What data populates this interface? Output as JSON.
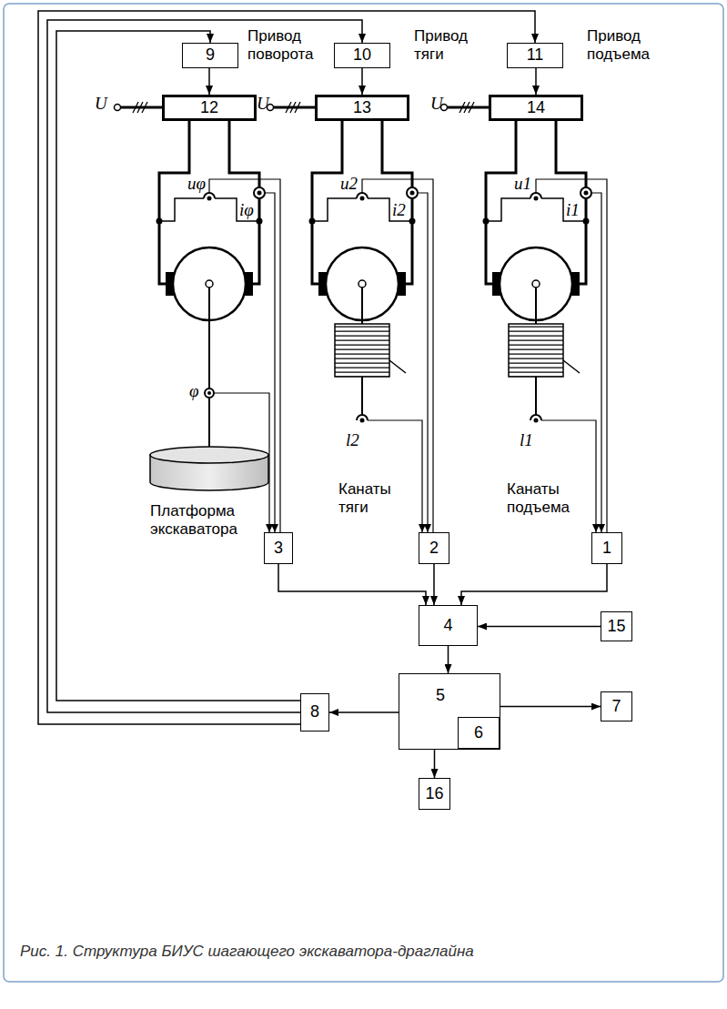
{
  "diagram": {
    "caption": "Рис. 1. Структура БИУС шагающего экскаватора-драглайна",
    "nodes": [
      {
        "text": [
          "9"
        ]
      },
      {
        "text": [
          "10"
        ]
      },
      {
        "text": [
          "11"
        ]
      },
      {
        "text": [
          "12"
        ]
      },
      {
        "text": [
          "13"
        ]
      },
      {
        "text": [
          "14"
        ]
      },
      {
        "text": [
          "3"
        ]
      },
      {
        "text": [
          "2"
        ]
      },
      {
        "text": [
          "1"
        ]
      },
      {
        "text": [
          "4"
        ]
      },
      {
        "text": [
          "15"
        ]
      },
      {
        "text": [
          "5"
        ]
      },
      {
        "text": [
          "6"
        ],
        "in": 11
      },
      {
        "text": [
          "7"
        ]
      },
      {
        "text": [
          "8"
        ]
      },
      {
        "text": [
          "16"
        ]
      }
    ],
    "edges": [
      {
        "from": 0,
        "to": 3,
        "arrow": "to"
      },
      {
        "from": 1,
        "to": 4,
        "arrow": "to"
      },
      {
        "from": 2,
        "to": 5,
        "arrow": "to"
      },
      {
        "from": 6,
        "to": 9,
        "arrow": "to"
      },
      {
        "from": 7,
        "to": 9,
        "arrow": "to"
      },
      {
        "from": 8,
        "to": 9,
        "arrow": "to"
      },
      {
        "from": 10,
        "to": 9,
        "arrow": "to"
      },
      {
        "from": 9,
        "to": 11,
        "arrow": "to"
      },
      {
        "from": 11,
        "to": 14,
        "arrow": "to"
      },
      {
        "from": 11,
        "to": 13,
        "arrow": "to"
      },
      {
        "from": 11,
        "to": 15,
        "arrow": "to"
      },
      {
        "from": 14,
        "to": 0,
        "arrow": "to"
      },
      {
        "from": 14,
        "to": 1,
        "arrow": "to"
      },
      {
        "from": 14,
        "to": 2,
        "arrow": "to"
      }
    ],
    "labels": [
      "Привод поворота",
      "Привод тяги",
      "Привод подъема",
      "U",
      "U",
      "U",
      "uφ",
      "iφ",
      "u2",
      "i2",
      "u1",
      "i1",
      "φ",
      "l2",
      "l1",
      "Платформа экскаватора",
      "Канаты тяги",
      "Канаты подъема"
    ]
  }
}
